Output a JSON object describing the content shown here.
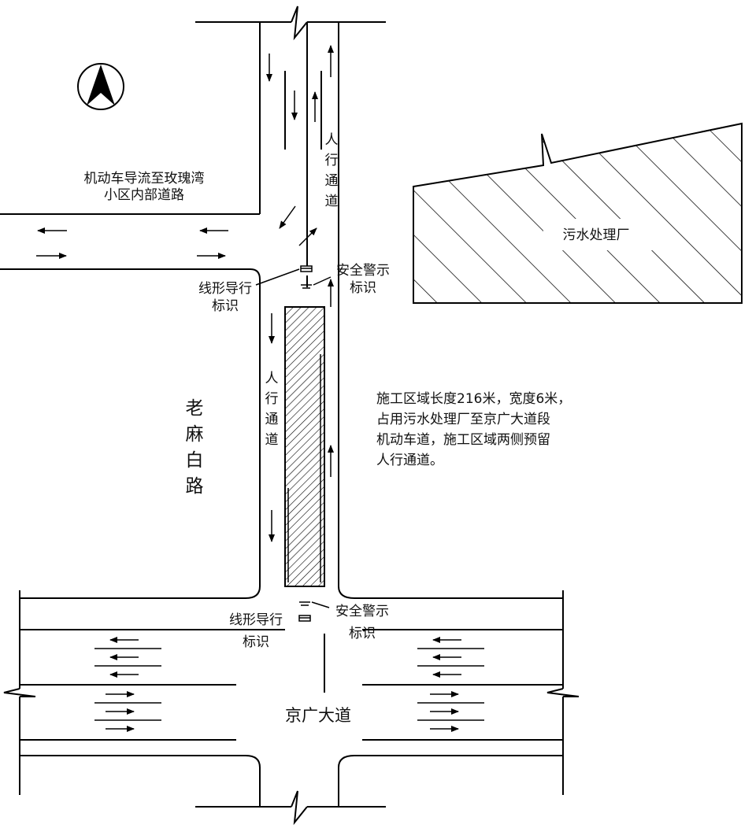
{
  "labels": {
    "detour_line1": "机动车导流至玫瑰湾",
    "detour_line2": "小区内部道路",
    "plant": "污水处理厂",
    "sign_guide_top_1": "线形导行",
    "sign_guide_top_2": "标识",
    "sign_warn_top_1": "安全警示",
    "sign_warn_top_2": "标识",
    "sign_guide_bottom_1": "线形导行",
    "sign_guide_bottom_2": "标识",
    "sign_warn_bottom_1": "安全警示",
    "sign_warn_bottom_2": "标识",
    "ped_right": [
      "人",
      "行",
      "通",
      "道"
    ],
    "ped_left": [
      "人",
      "行",
      "通",
      "道"
    ],
    "road_side": [
      "老",
      "麻",
      "白",
      "路"
    ],
    "road_main": "京广大道",
    "note": [
      "施工区域长度216米，宽度6米，",
      "占用污水处理厂至京广大道段",
      "机动车道，施工区域两侧预留",
      "人行通道。"
    ]
  },
  "icons": {
    "north": "north-arrow-icon"
  },
  "colors": {
    "line": "#000000",
    "background": "#ffffff"
  }
}
